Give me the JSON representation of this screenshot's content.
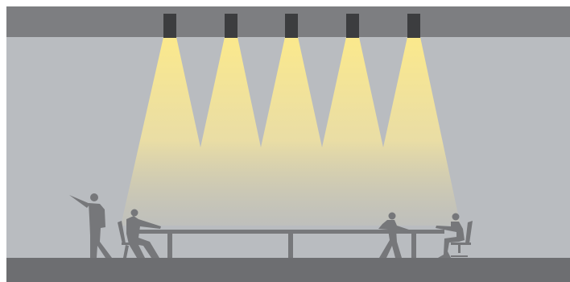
{
  "scene": {
    "colors": {
      "frame": "#ffffff",
      "background": "#b9bcc0",
      "ceiling": "#7d7e81",
      "floor": "#6d6e71",
      "luminaire": "#3c3d3f",
      "beam_light": "#fbe98c",
      "beam_fade": "#c9c6b4",
      "figure": "#76777a",
      "furniture": "#77787b"
    },
    "luminaires": [
      {
        "id": "luminaire-1",
        "icon": "downlight-icon"
      },
      {
        "id": "luminaire-2",
        "icon": "downlight-icon"
      },
      {
        "id": "luminaire-3",
        "icon": "downlight-icon"
      },
      {
        "id": "luminaire-4",
        "icon": "downlight-icon"
      },
      {
        "id": "luminaire-5",
        "icon": "downlight-icon"
      }
    ],
    "people": [
      {
        "id": "standing-presenter",
        "icon": "person-pointing-icon"
      },
      {
        "id": "seated-person-left",
        "icon": "person-seated-icon"
      },
      {
        "id": "seated-person-right",
        "icon": "person-seated-icon"
      },
      {
        "id": "seated-person-far-right",
        "icon": "person-seated-icon"
      }
    ],
    "furniture": [
      {
        "id": "conference-table",
        "icon": "table-icon"
      },
      {
        "id": "chair-left",
        "icon": "chair-icon"
      },
      {
        "id": "chair-right",
        "icon": "chair-icon"
      }
    ]
  }
}
